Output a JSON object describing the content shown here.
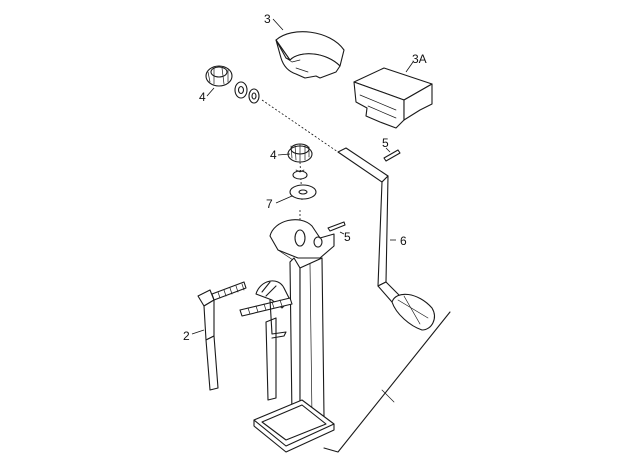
{
  "callouts": {
    "c3": "3",
    "c3a": "3A",
    "c4_top": "4",
    "c4_mid": "4",
    "c5_top": "5",
    "c5_mid": "5",
    "c6": "6",
    "c7": "7",
    "c2": "2"
  }
}
